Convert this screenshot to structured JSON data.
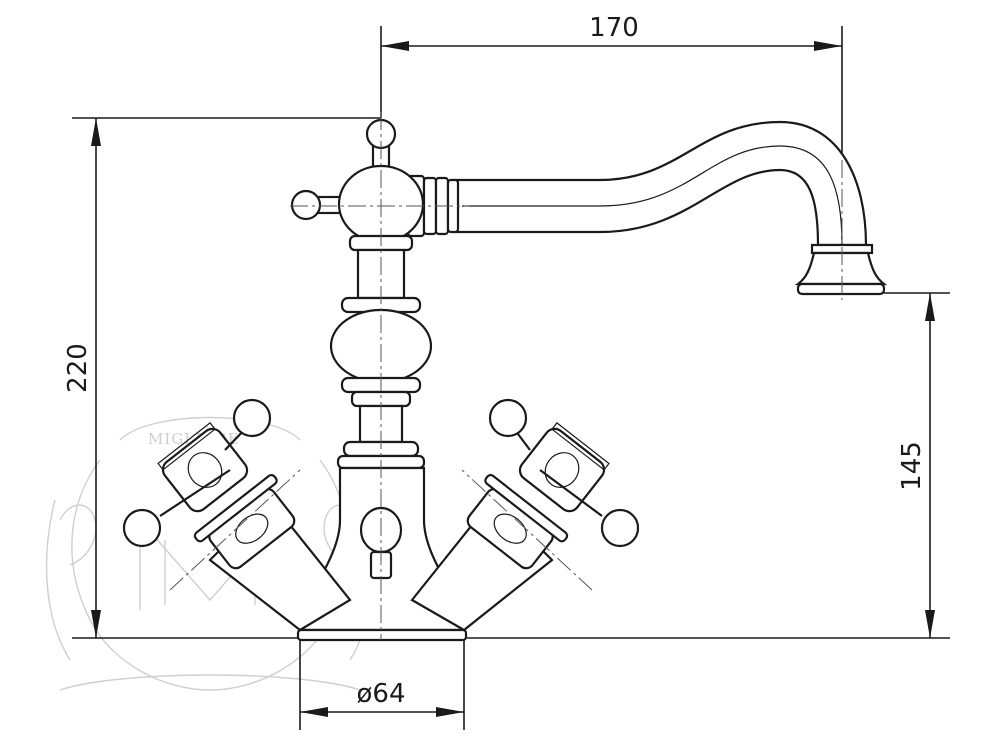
{
  "drawing": {
    "dimensions": {
      "spout_reach": "170",
      "total_height": "220",
      "spout_height": "145",
      "base_diameter": "ø64"
    },
    "watermark": {
      "brand": "MIGLIORE"
    },
    "colors": {
      "line": "#1a1a1a",
      "watermark": "#cfcfcf",
      "background": "#ffffff"
    }
  }
}
